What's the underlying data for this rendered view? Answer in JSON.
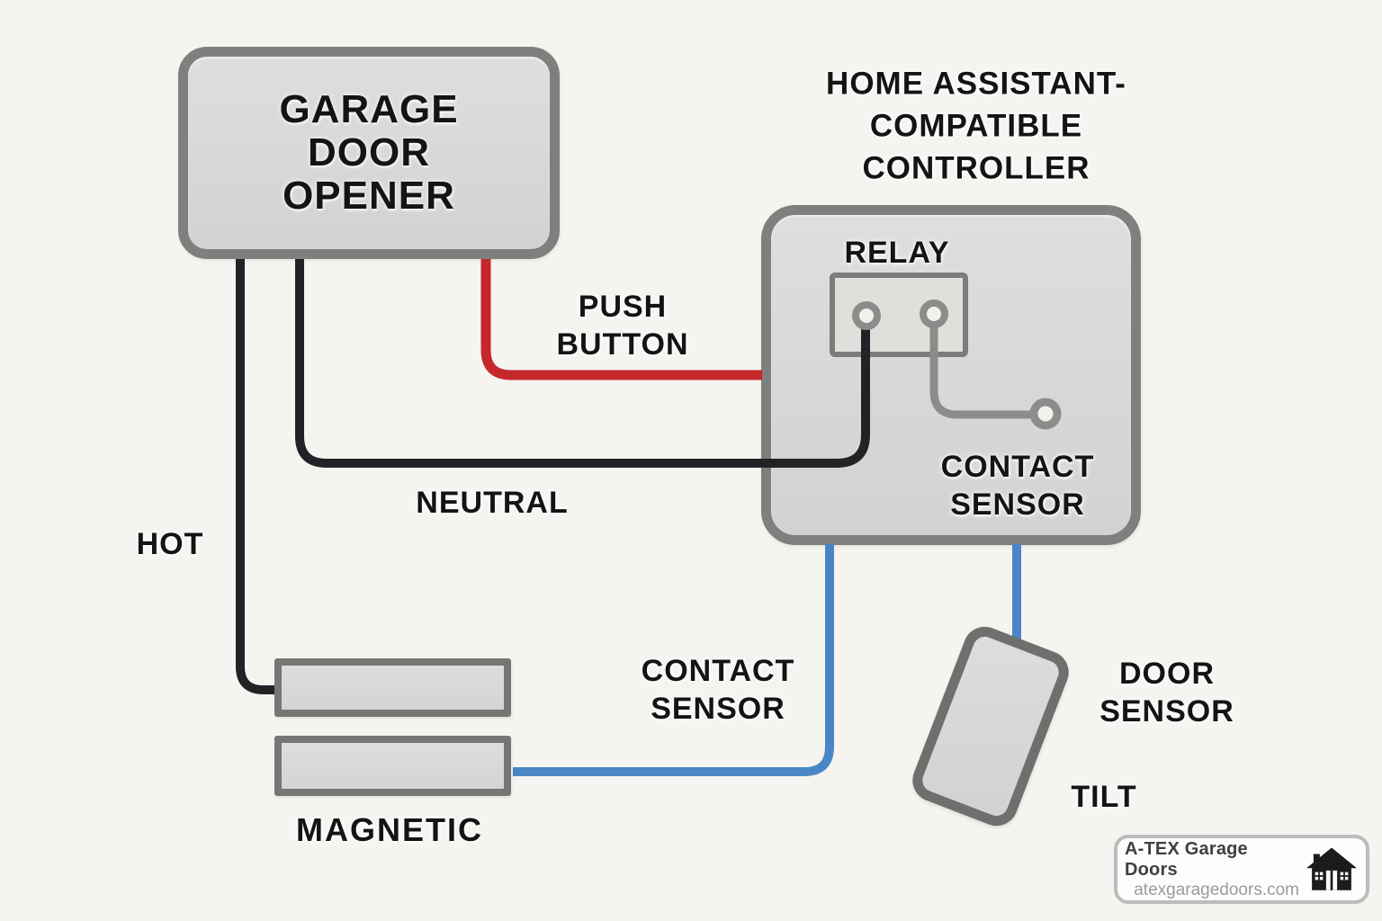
{
  "colors": {
    "background": "#f5f4f1",
    "box_fill": "#d9d9d7",
    "box_fill_light": "#e0dfdc",
    "box_border": "#7e807d",
    "wire_black": "#212326",
    "wire_red": "#c5282a",
    "wire_blue": "#4a86c5",
    "wire_gray": "#8b8d8a",
    "label_text": "#141414"
  },
  "opener": {
    "lines": [
      "GARAGE",
      "DOOR",
      "OPENER"
    ]
  },
  "controller": {
    "heading_lines": [
      "HOME ASSISTANT-",
      "COMPATIBLE",
      "CONTROLLER"
    ],
    "relay_label": "RELAY",
    "contact_sensor_lines": [
      "CONTACT",
      "SENSOR"
    ]
  },
  "wires": {
    "hot_label": "HOT",
    "neutral_label": "NEUTRAL",
    "push_button_lines": [
      "PUSH",
      "BUTTON"
    ]
  },
  "magnetic_sensor": {
    "contact_lines": [
      "CONTACT",
      "SENSOR"
    ],
    "magnetic_label": "MAGNETIC"
  },
  "door_sensor": {
    "lines": [
      "DOOR",
      "SENSOR"
    ],
    "tilt_label": "TILT"
  },
  "badge": {
    "name": "A-TEX Garage Doors",
    "website": "atexgaragedoors.com"
  }
}
